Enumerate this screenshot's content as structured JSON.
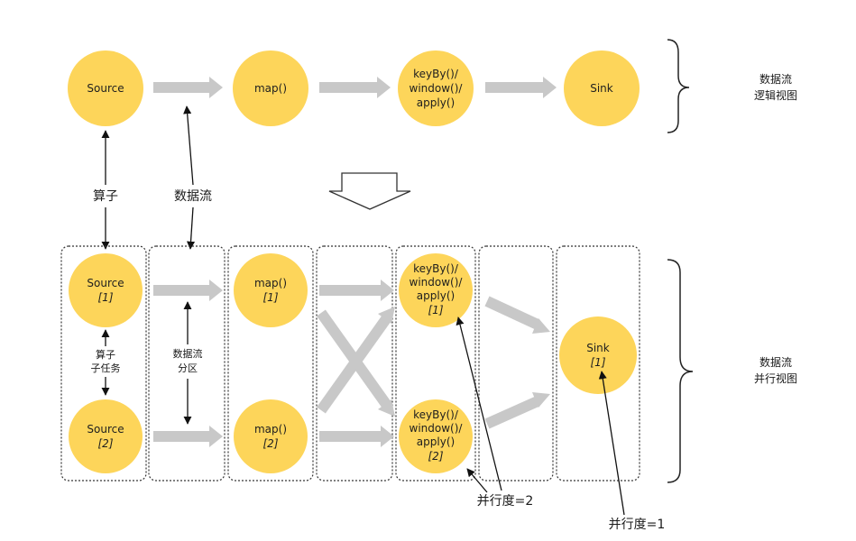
{
  "logical_view": {
    "nodes": [
      {
        "id": "source",
        "label": "Source"
      },
      {
        "id": "map",
        "label": "map()"
      },
      {
        "id": "keyby",
        "lines": [
          "keyBy()/",
          "window()/",
          "apply()"
        ]
      },
      {
        "id": "sink",
        "label": "Sink"
      }
    ],
    "side_label": [
      "数据流",
      "逻辑视图"
    ]
  },
  "parallel_view": {
    "source_1": {
      "label": "Source",
      "index": "[1]"
    },
    "source_2": {
      "label": "Source",
      "index": "[2]"
    },
    "map_1": {
      "label": "map()",
      "index": "[1]"
    },
    "map_2": {
      "label": "map()",
      "index": "[2]"
    },
    "keyby_1": {
      "lines": [
        "keyBy()/",
        "window()/",
        "apply()"
      ],
      "index": "[1]"
    },
    "keyby_2": {
      "lines": [
        "keyBy()/",
        "window()/",
        "apply()"
      ],
      "index": "[2]"
    },
    "sink_1": {
      "label": "Sink",
      "index": "[1]"
    },
    "side_label": [
      "数据流",
      "并行视图"
    ]
  },
  "annotations": {
    "operator": "算子",
    "stream": "数据流",
    "subtask": [
      "算子",
      "子任务"
    ],
    "partition": [
      "数据流",
      "分区"
    ],
    "parallelism_2": "并行度=2",
    "parallelism_1": "并行度=1"
  },
  "colors": {
    "node_fill": "#fdd55a",
    "flow_arrow": "#c8c8c8",
    "pointer": "#111111",
    "box_border": "#333333"
  }
}
